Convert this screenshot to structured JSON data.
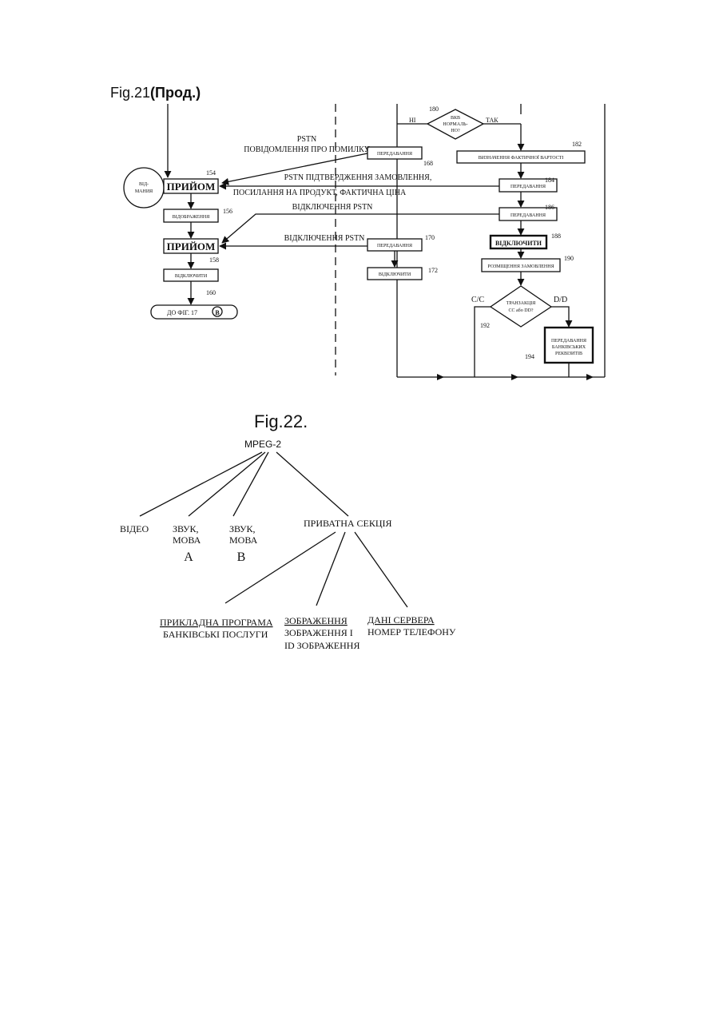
{
  "fig21": {
    "title_fig": "Fig.21",
    "title_suffix": "(Прод.)",
    "dec_180": {
      "label_top": "ВКВ",
      "label_mid": "НОРМАЛЬ-",
      "label_bot": "НО?",
      "no": "НІ",
      "yes": "ТАК",
      "ref": "180"
    },
    "box_182": {
      "label": "ВИЗНАЧЕННЯ ФАКТИЧНОЇ ВАРТОСТІ",
      "ref": "182"
    },
    "box_168": {
      "label": "ПЕРЕДАВАННЯ",
      "ref": "168"
    },
    "msg_pstn_error_1": "PSTN",
    "msg_pstn_error_2": "ПОВІДОМЛЕННЯ ПРО ПОМИЛКУ",
    "msg_confirm_1": "PSTN ПІДТВЕРДЖЕННЯ ЗАМОВЛЕННЯ,",
    "msg_confirm_2": "ПОСИЛАННЯ НА ПРОДУКТ, ФАКТИЧНА ЦІНА",
    "msg_disconnect_1": "ВІДКЛЮЧЕННЯ PSTN",
    "msg_disconnect_2": "ВІДКЛЮЧЕННЯ PSTN",
    "circle_label_1": "ВІД-",
    "circle_label_2": "МАНИЯ",
    "box_154": {
      "label": "ПРИЙОМ",
      "ref": "154"
    },
    "box_184": {
      "label": "ПЕРЕДАВАННЯ",
      "ref": "184"
    },
    "box_156": {
      "label": "ВІДОБРАЖЕННЯ",
      "ref": "156"
    },
    "box_186": {
      "label": "ПЕРЕДАВАННЯ",
      "ref": "186"
    },
    "box_158": {
      "label": "ПРИЙОМ",
      "ref": "158"
    },
    "box_170": {
      "label": "ПЕРЕДАВАННЯ",
      "ref": "170"
    },
    "box_188": {
      "label": "ВІДКЛЮЧИТИ",
      "ref": "188"
    },
    "box_190": {
      "label": "РОЗМІЩЕННЯ ЗАМОВЛЕННЯ",
      "ref": "190"
    },
    "box_172": {
      "label": "ВІДКЛЮЧИТИ",
      "ref": "172"
    },
    "box_160": {
      "label": "ВІДКЛЮЧИТИ",
      "ref": "160"
    },
    "dec_192": {
      "label_1": "ТРАНЗАКЦІЯ",
      "label_2": "CC або DD?",
      "left": "C/C",
      "right": "D/D",
      "ref": "192"
    },
    "terminal": {
      "label": "ДО ФІГ. 17",
      "circle": "B"
    },
    "box_194": {
      "label_1": "ПЕРЕДАВАННЯ",
      "label_2": "БАНКІВСЬКИХ",
      "label_3": "РЕКВІЗИТІВ",
      "ref": "194"
    }
  },
  "fig22": {
    "title": "Fig.22.",
    "root": "MPEG-2",
    "video": "ВІДЕО",
    "audio_a_1": "ЗВУК,",
    "audio_a_2": "МОВА",
    "audio_a_3": "A",
    "audio_b_1": "ЗВУК,",
    "audio_b_2": "МОВА",
    "audio_b_3": "B",
    "private": "ПРИВАТНА СЕКЦІЯ",
    "app_1": "ПРИКЛАДНА ПРОГРАМА",
    "app_2": "БАНКІВСЬКІ ПОСЛУГИ",
    "img_1": "ЗОБРАЖЕННЯ",
    "img_2": "ЗОБРАЖЕННЯ І",
    "img_3": "ID ЗОБРАЖЕННЯ",
    "srv_1": "ДАНІ СЕРВЕРА",
    "srv_2": "НОМЕР ТЕЛЕФОНУ"
  }
}
